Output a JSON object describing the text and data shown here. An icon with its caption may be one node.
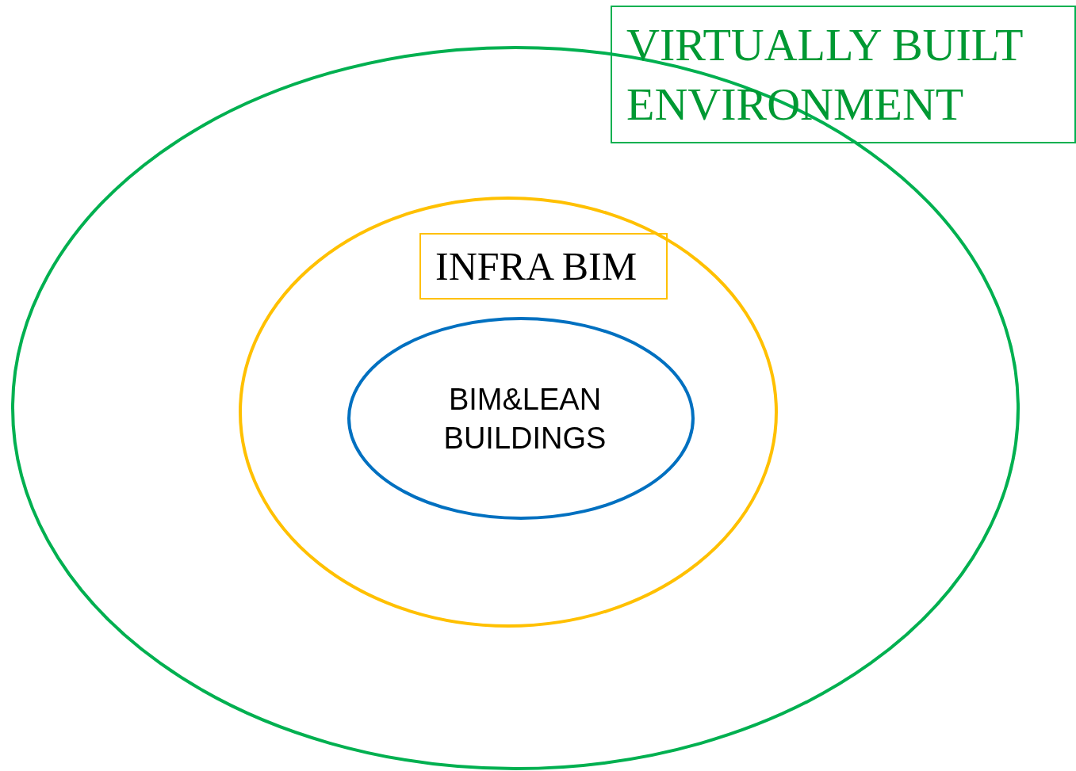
{
  "diagram": {
    "nodes": [
      {
        "text": [
          "VIRTUALLY BUILT ENVIRONMENT"
        ]
      },
      {
        "text": [
          "INFRA BIM"
        ],
        "in": 0
      },
      {
        "text": [
          "BIM&LEAN BUILDINGS"
        ],
        "in": 1
      }
    ]
  }
}
